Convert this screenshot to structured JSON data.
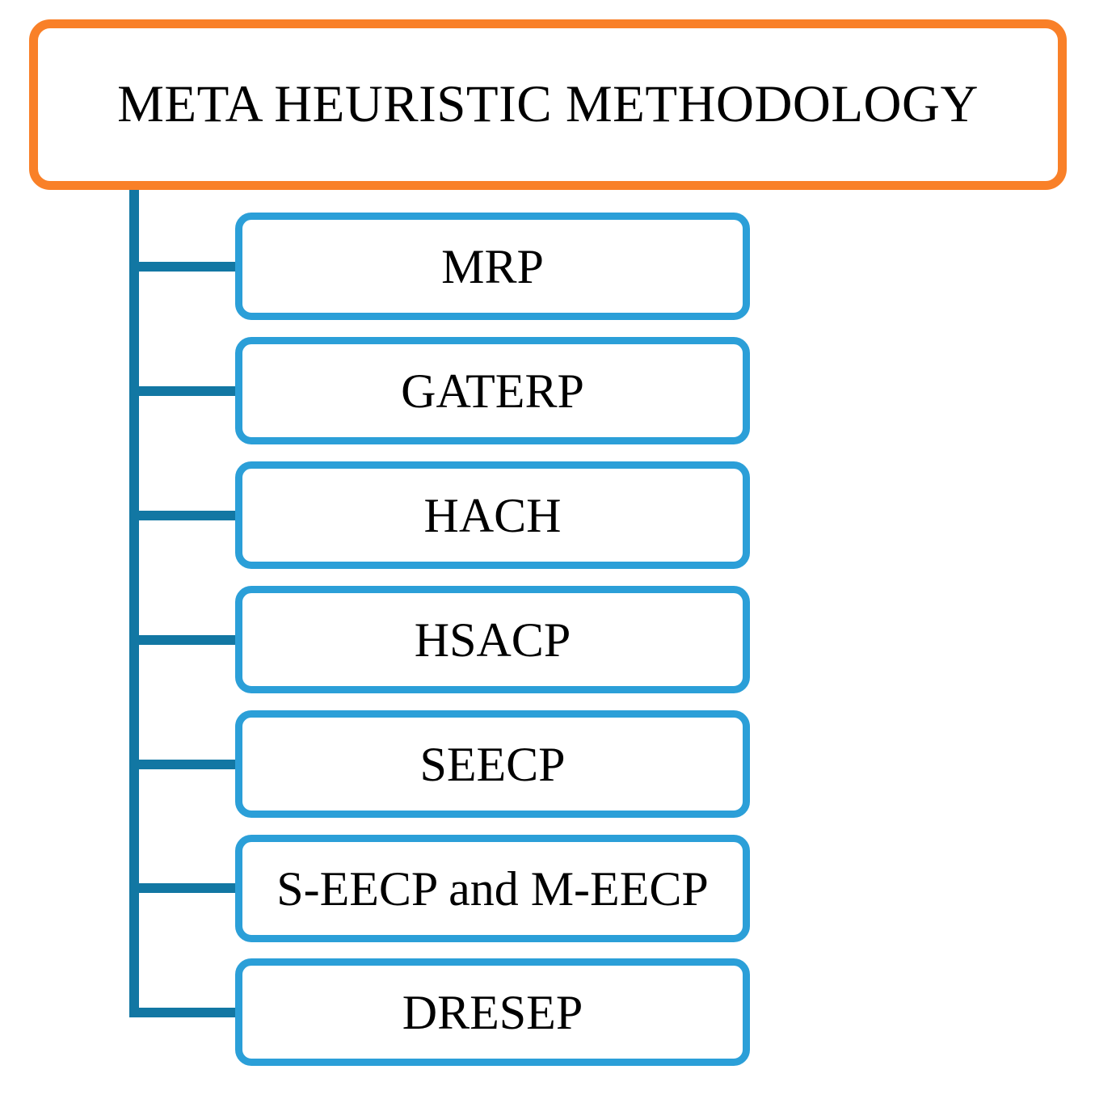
{
  "diagram": {
    "type": "hierarchy-tree",
    "orientation": "vertical-trunk-left",
    "title_node": {
      "label": "META HEURISTIC METHODOLOGY",
      "border_color": "#F98028",
      "fill_color": "#FFFFFF",
      "text_color": "#000000"
    },
    "connector": {
      "color": "#1277A3",
      "trunk_label": "vertical-trunk",
      "branch_label": "horizontal-branch"
    },
    "child_style": {
      "border_color": "#2B9FD8",
      "fill_color": "#FFFFFF",
      "text_color": "#000000"
    },
    "children": [
      {
        "label": "MRP"
      },
      {
        "label": "GATERP"
      },
      {
        "label": "HACH"
      },
      {
        "label": "HSACP"
      },
      {
        "label": "SEECP"
      },
      {
        "label": "S-EECP and M-EECP"
      },
      {
        "label": "DRESEP"
      }
    ]
  }
}
